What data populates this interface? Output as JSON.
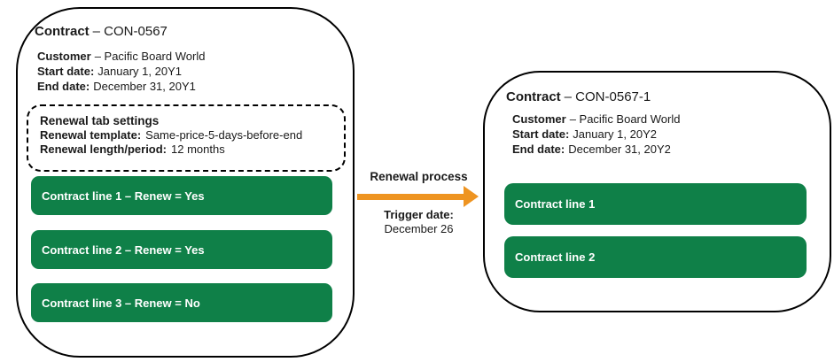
{
  "colors": {
    "green": "#0F8048",
    "orange": "#EE9421"
  },
  "source_contract": {
    "title_label": "Contract",
    "title_value": "– CON-0567",
    "fields": [
      {
        "label": "Customer",
        "value": "– Pacific Board World"
      },
      {
        "label": "Start date:",
        "value": "January 1, 20Y1"
      },
      {
        "label": "End date:",
        "value": "December 31, 20Y1"
      }
    ],
    "renewal_settings": {
      "title": "Renewal tab settings",
      "rows": [
        {
          "label": "Renewal template:",
          "value": "Same-price-5-days-before-end"
        },
        {
          "label": "Renewal length/period:",
          "value": "12 months"
        }
      ]
    },
    "contract_lines": [
      {
        "text": "Contract line 1 – Renew = Yes"
      },
      {
        "text": "Contract line 2 – Renew = Yes"
      },
      {
        "text": "Contract line 3 – Renew = No"
      }
    ]
  },
  "renewal_process": {
    "label": "Renewal process",
    "trigger_label": "Trigger date:",
    "trigger_value": "December 26"
  },
  "renewed_contract": {
    "title_label": "Contract",
    "title_value": "– CON-0567-1",
    "fields": [
      {
        "label": "Customer",
        "value": "– Pacific Board World"
      },
      {
        "label": "Start date:",
        "value": "January 1, 20Y2"
      },
      {
        "label": "End date:",
        "value": "December 31, 20Y2"
      }
    ],
    "contract_lines": [
      {
        "text": "Contract line 1"
      },
      {
        "text": "Contract line 2"
      }
    ]
  }
}
